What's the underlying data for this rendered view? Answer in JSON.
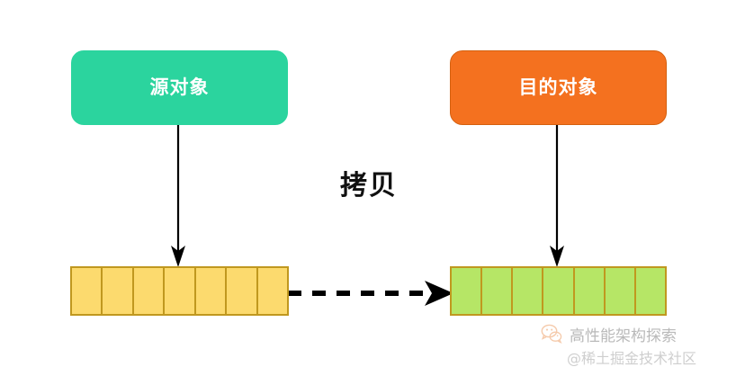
{
  "diagram": {
    "title": "copy-between-objects",
    "background_color": "#ffffff",
    "source": {
      "box_label": "源对象",
      "box_color": "#2bd49e",
      "array": {
        "cell_count": 7,
        "fill_color": "#fcda6e",
        "border_color": "#c0981f",
        "cells": [
          "",
          "",
          "",
          "",
          "",
          "",
          ""
        ]
      }
    },
    "destination": {
      "box_label": "目的对象",
      "box_color": "#f4711f",
      "array": {
        "cell_count": 7,
        "fill_color": "#b6e666",
        "border_color": "#c0981f",
        "cells": [
          "",
          "",
          "",
          "",
          "",
          "",
          ""
        ]
      }
    },
    "copy_label": "拷贝",
    "copy_arrow_style": "dashed",
    "copy_arrow_color": "#000000",
    "pointer_arrow_style": "solid",
    "pointer_arrow_color": "#000000"
  },
  "watermark": {
    "icon": "wechat-icon",
    "title": "高性能架构探索",
    "subtitle": "@稀土掘金技术社区",
    "icon_color": "#e8833a"
  }
}
